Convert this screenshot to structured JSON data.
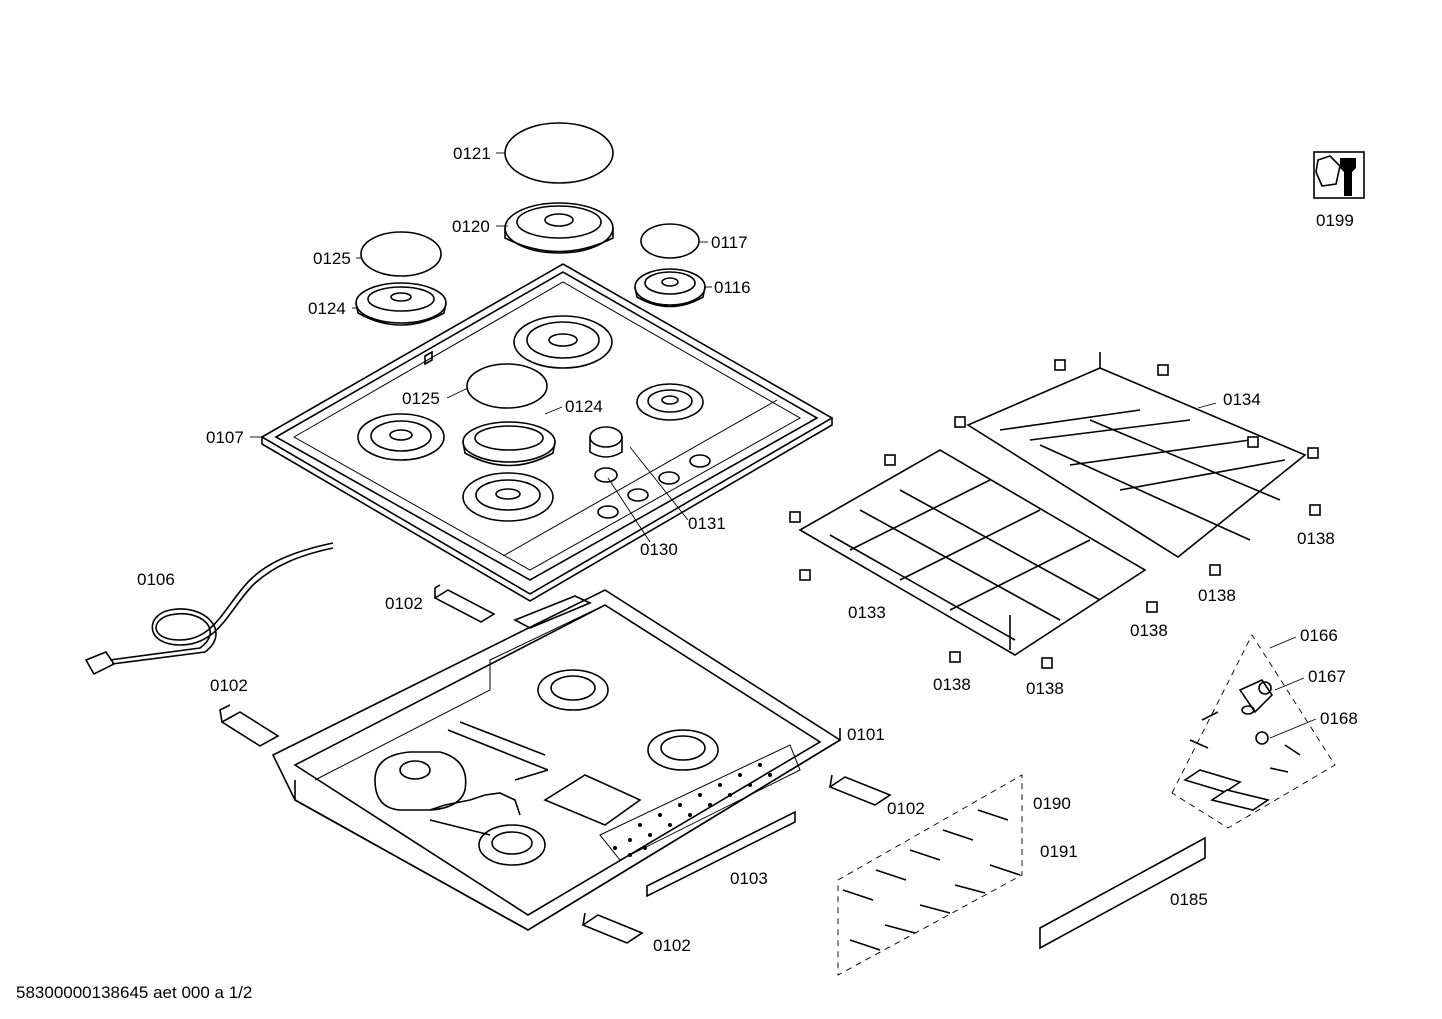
{
  "footer": "58300000138645 aet 000 a 1/2",
  "parts": {
    "p0101": "0101",
    "p0102a": "0102",
    "p0102b": "0102",
    "p0102c": "0102",
    "p0102d": "0102",
    "p0103": "0103",
    "p0106": "0106",
    "p0107": "0107",
    "p0116": "0116",
    "p0117": "0117",
    "p0120": "0120",
    "p0121": "0121",
    "p0124a": "0124",
    "p0124b": "0124",
    "p0125a": "0125",
    "p0125b": "0125",
    "p0130": "0130",
    "p0131": "0131",
    "p0133": "0133",
    "p0134": "0134",
    "p0138a": "0138",
    "p0138b": "0138",
    "p0138c": "0138",
    "p0138d": "0138",
    "p0138e": "0138",
    "p0166": "0166",
    "p0167": "0167",
    "p0168": "0168",
    "p0185": "0185",
    "p0190": "0190",
    "p0191": "0191",
    "p0199": "0199"
  },
  "icons": [
    "wrench-nut-icon"
  ]
}
